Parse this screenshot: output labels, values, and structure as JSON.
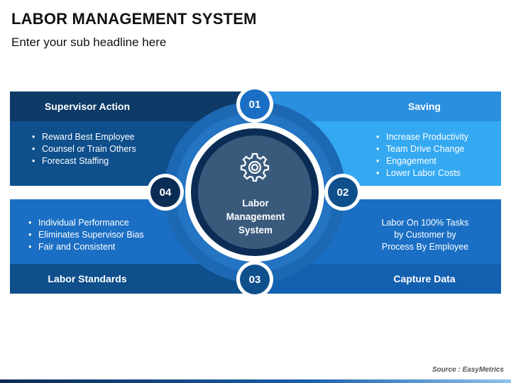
{
  "header": {
    "title": "LABOR MANAGEMENT SYSTEM",
    "subtitle": "Enter your sub headline here"
  },
  "center": {
    "label_line1": "Labor",
    "label_line2": "Management",
    "label_line3": "System",
    "icon": "gear-icon"
  },
  "quadrants": {
    "supervisor_action": {
      "number": "01",
      "title": "Supervisor Action",
      "items": [
        "Reward Best Employee",
        "Counsel or Train Others",
        "Forecast Staffing"
      ]
    },
    "saving": {
      "number": "02",
      "title": "Saving",
      "items": [
        "Increase Productivity",
        "Team Drive Change",
        "Engagement",
        "Lower Labor Costs"
      ]
    },
    "capture_data": {
      "number": "03",
      "title": "Capture Data",
      "lines": [
        "Labor On 100% Tasks",
        "by Customer by",
        "Process By Employee"
      ]
    },
    "labor_standards": {
      "number": "04",
      "title": "Labor Standards",
      "items": [
        "Individual Performance",
        "Eliminates Supervisor Bias",
        "Fair and Consistent"
      ]
    }
  },
  "colors": {
    "dark_navy": "#0d3a66",
    "dark_blue": "#0e4f8c",
    "mid_blue": "#1a6fc4",
    "light_blue": "#2b95e8",
    "bright_blue": "#34a9f2"
  },
  "footer": {
    "source": "Source : EasyMetrics"
  }
}
